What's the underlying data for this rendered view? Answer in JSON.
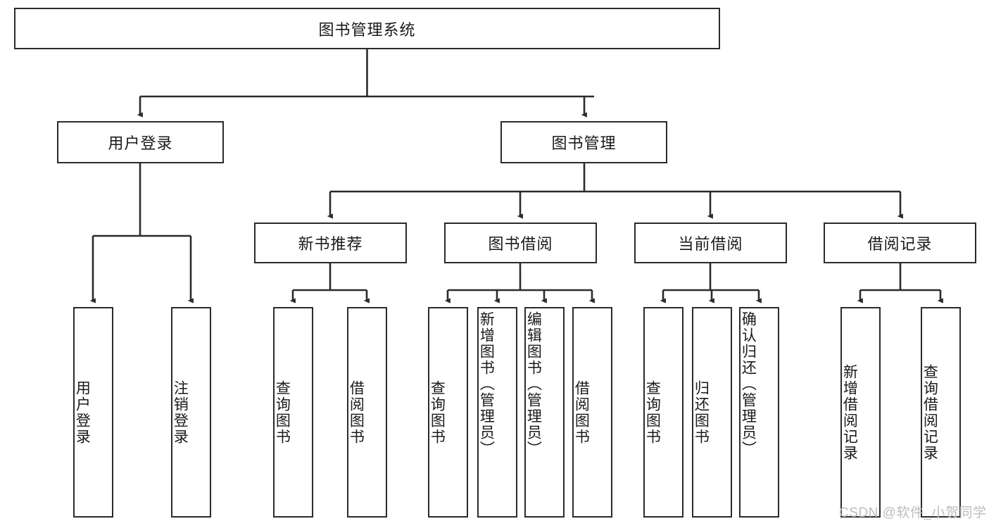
{
  "diagram": {
    "title_node": {
      "label": "图书管理系统"
    },
    "level2": [
      {
        "id": "user-login",
        "label": "用户登录"
      },
      {
        "id": "book-manage",
        "label": "图书管理"
      }
    ],
    "level3": [
      {
        "id": "new-book-recommend",
        "label": "新书推荐"
      },
      {
        "id": "book-borrow",
        "label": "图书借阅"
      },
      {
        "id": "current-borrow",
        "label": "当前借阅"
      },
      {
        "id": "borrow-record",
        "label": "借阅记录"
      }
    ],
    "leaves": [
      {
        "id": "leaf-user-login",
        "label": "用户登录",
        "parent": "user-login"
      },
      {
        "id": "leaf-logout-login",
        "label": "注销登录",
        "parent": "user-login"
      },
      {
        "id": "leaf-query-book-1",
        "label": "查询图书",
        "parent": "new-book-recommend"
      },
      {
        "id": "leaf-borrow-book-1",
        "label": "借阅图书",
        "parent": "new-book-recommend"
      },
      {
        "id": "leaf-query-book-2",
        "label": "查询图书",
        "parent": "book-borrow"
      },
      {
        "id": "leaf-add-book",
        "label": "新增图书（管理员）",
        "parent": "book-borrow"
      },
      {
        "id": "leaf-edit-book",
        "label": "编辑图书（管理员）",
        "parent": "book-borrow"
      },
      {
        "id": "leaf-borrow-book-2",
        "label": "借阅图书",
        "parent": "book-borrow"
      },
      {
        "id": "leaf-query-book-3",
        "label": "查询图书",
        "parent": "current-borrow"
      },
      {
        "id": "leaf-return-book",
        "label": "归还图书",
        "parent": "current-borrow"
      },
      {
        "id": "leaf-confirm-return",
        "label": "确认归还（管理员）",
        "parent": "current-borrow"
      },
      {
        "id": "leaf-add-record",
        "label": "新增借阅记录",
        "parent": "borrow-record"
      },
      {
        "id": "leaf-query-record",
        "label": "查询借阅记录",
        "parent": "borrow-record"
      }
    ]
  },
  "watermark": {
    "text": "CSDN @软件_小贺同学"
  },
  "colors": {
    "border": "#2b2b2b",
    "background": "#ffffff",
    "text": "#1a1a1a",
    "watermark": "#bdbdbd"
  }
}
